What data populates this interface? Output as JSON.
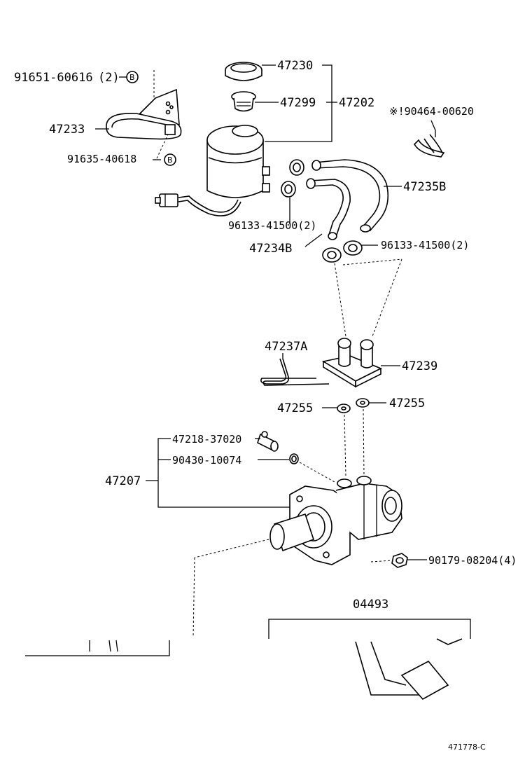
{
  "labels": {
    "p91651": "91651-60616",
    "p91651_qty": "(2)",
    "p91635": "91635-40618",
    "ref_b": "B",
    "p47233": "47233",
    "p47230": "47230",
    "p47299": "47299",
    "p47202": "47202",
    "p90464": "※!90464-00620",
    "p47235b": "47235B",
    "p96133a": "96133-41500(2)",
    "p96133b": "96133-41500(2)",
    "p47234b": "47234B",
    "p47237a": "47237A",
    "p47239": "47239",
    "p47255a": "47255",
    "p47255b": "47255",
    "p47218": "47218-37020",
    "p90430": "90430-10074",
    "p47207": "47207",
    "p90179": "90179-08204(4)",
    "p04493": "04493",
    "figure_code": "471778-C"
  }
}
